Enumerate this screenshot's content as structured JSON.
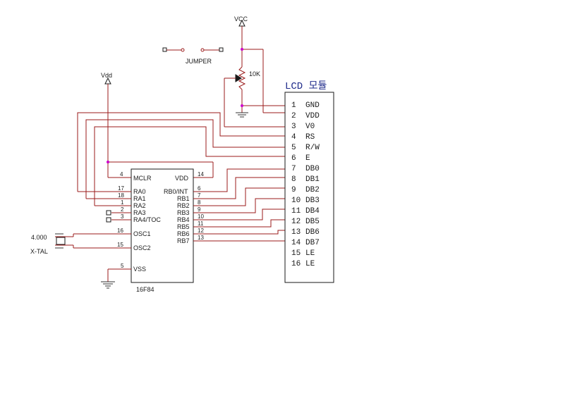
{
  "power": {
    "vcc": "VCC",
    "vdd": "Vdd"
  },
  "jumper": {
    "label": "JUMPER"
  },
  "pot": {
    "label": "10K"
  },
  "mcu": {
    "name": "16F84",
    "left_pins": [
      {
        "num": "4",
        "name": "MCLR"
      },
      {
        "num": "17",
        "name": "RA0"
      },
      {
        "num": "18",
        "name": "RA1"
      },
      {
        "num": "1",
        "name": "RA2"
      },
      {
        "num": "2",
        "name": "RA3"
      },
      {
        "num": "3",
        "name": "RA4/TOC"
      },
      {
        "num": "16",
        "name": "OSC1"
      },
      {
        "num": "15",
        "name": "OSC2"
      },
      {
        "num": "5",
        "name": "VSS"
      }
    ],
    "right_pins": [
      {
        "num": "14",
        "name": "VDD"
      },
      {
        "num": "6",
        "name": "RB0/INT"
      },
      {
        "num": "7",
        "name": "RB1"
      },
      {
        "num": "8",
        "name": "RB2"
      },
      {
        "num": "9",
        "name": "RB3"
      },
      {
        "num": "10",
        "name": "RB4"
      },
      {
        "num": "11",
        "name": "RB5"
      },
      {
        "num": "12",
        "name": "RB6"
      },
      {
        "num": "13",
        "name": "RB7"
      }
    ]
  },
  "crystal": {
    "value": "4.000",
    "label": "X-TAL"
  },
  "lcd": {
    "title": "LCD 모듈",
    "pins": [
      {
        "num": "1",
        "name": "GND"
      },
      {
        "num": "2",
        "name": "VDD"
      },
      {
        "num": "3",
        "name": "V0"
      },
      {
        "num": "4",
        "name": "RS"
      },
      {
        "num": "5",
        "name": "R/W"
      },
      {
        "num": "6",
        "name": "E"
      },
      {
        "num": "7",
        "name": "DB0"
      },
      {
        "num": "8",
        "name": "DB1"
      },
      {
        "num": "9",
        "name": "DB2"
      },
      {
        "num": "10",
        "name": "DB3"
      },
      {
        "num": "11",
        "name": "DB4"
      },
      {
        "num": "12",
        "name": "DB5"
      },
      {
        "num": "13",
        "name": "DB6"
      },
      {
        "num": "14",
        "name": "DB7"
      },
      {
        "num": "15",
        "name": "LE"
      },
      {
        "num": "16",
        "name": "LE"
      }
    ]
  }
}
